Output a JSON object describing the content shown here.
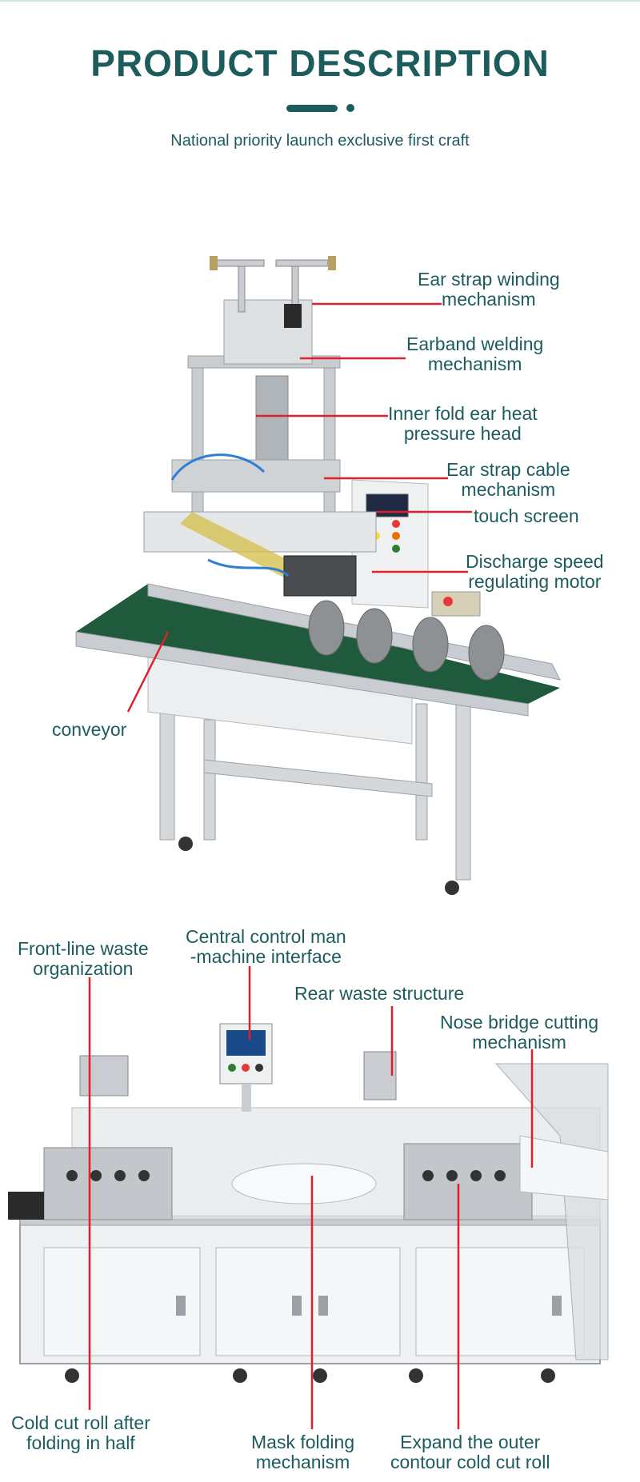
{
  "header": {
    "title": "PRODUCT DESCRIPTION",
    "subtitle": "National priority launch exclusive first craft"
  },
  "machine_one": {
    "labels": [
      {
        "line1": "Ear strap winding",
        "line2": "mechanism"
      },
      {
        "line1": "Earband welding",
        "line2": "mechanism"
      },
      {
        "line1": "Inner fold ear heat",
        "line2": "pressure head"
      },
      {
        "line1": "Ear strap cable",
        "line2": "mechanism"
      },
      {
        "line1": "touch screen",
        "line2": ""
      },
      {
        "line1": "Discharge speed",
        "line2": "regulating motor"
      },
      {
        "line1": "conveyor",
        "line2": ""
      }
    ]
  },
  "machine_two": {
    "labels": [
      {
        "line1": "Front-line waste",
        "line2": "organization"
      },
      {
        "line1": "Central control man",
        "line2": "-machine interface"
      },
      {
        "line1": "Rear waste structure",
        "line2": ""
      },
      {
        "line1": "Nose bridge cutting",
        "line2": "mechanism"
      },
      {
        "line1": "Cold cut roll after",
        "line2": "folding in half"
      },
      {
        "line1": "Mask folding",
        "line2": "mechanism"
      },
      {
        "line1": "Expand the outer",
        "line2": "contour cold cut roll"
      }
    ]
  },
  "colors": {
    "accent": "#1d5c5d",
    "callout_line": "#e0202a",
    "belt": "#1f5a3c",
    "frame": "#c9ccd0",
    "cabinet": "#eef0f2"
  }
}
